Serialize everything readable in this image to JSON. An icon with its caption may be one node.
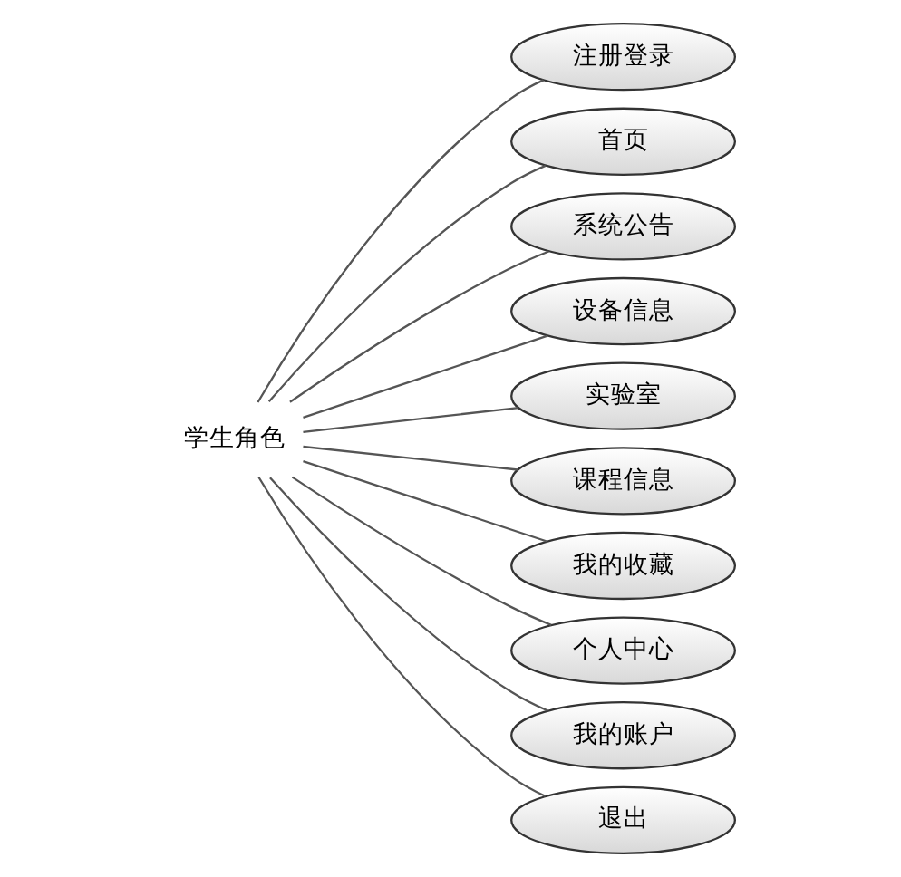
{
  "diagram": {
    "nodes": [
      {
        "text": [
          "学生角色"
        ]
      },
      {
        "text": [
          "注册登录"
        ]
      },
      {
        "text": [
          "首页"
        ]
      },
      {
        "text": [
          "系统公告"
        ]
      },
      {
        "text": [
          "设备信息"
        ]
      },
      {
        "text": [
          "实验室"
        ]
      },
      {
        "text": [
          "课程信息"
        ]
      },
      {
        "text": [
          "我的收藏"
        ]
      },
      {
        "text": [
          "个人中心"
        ]
      },
      {
        "text": [
          "我的账户"
        ]
      },
      {
        "text": [
          "退出"
        ]
      }
    ],
    "edges": [
      {
        "from": 0,
        "to": 1,
        "arrow": "none"
      },
      {
        "from": 0,
        "to": 2,
        "arrow": "none"
      },
      {
        "from": 0,
        "to": 3,
        "arrow": "none"
      },
      {
        "from": 0,
        "to": 4,
        "arrow": "none"
      },
      {
        "from": 0,
        "to": 5,
        "arrow": "none"
      },
      {
        "from": 0,
        "to": 6,
        "arrow": "none"
      },
      {
        "from": 0,
        "to": 7,
        "arrow": "none"
      },
      {
        "from": 0,
        "to": 8,
        "arrow": "none"
      },
      {
        "from": 0,
        "to": 9,
        "arrow": "none"
      },
      {
        "from": 0,
        "to": 10,
        "arrow": "none"
      }
    ]
  }
}
